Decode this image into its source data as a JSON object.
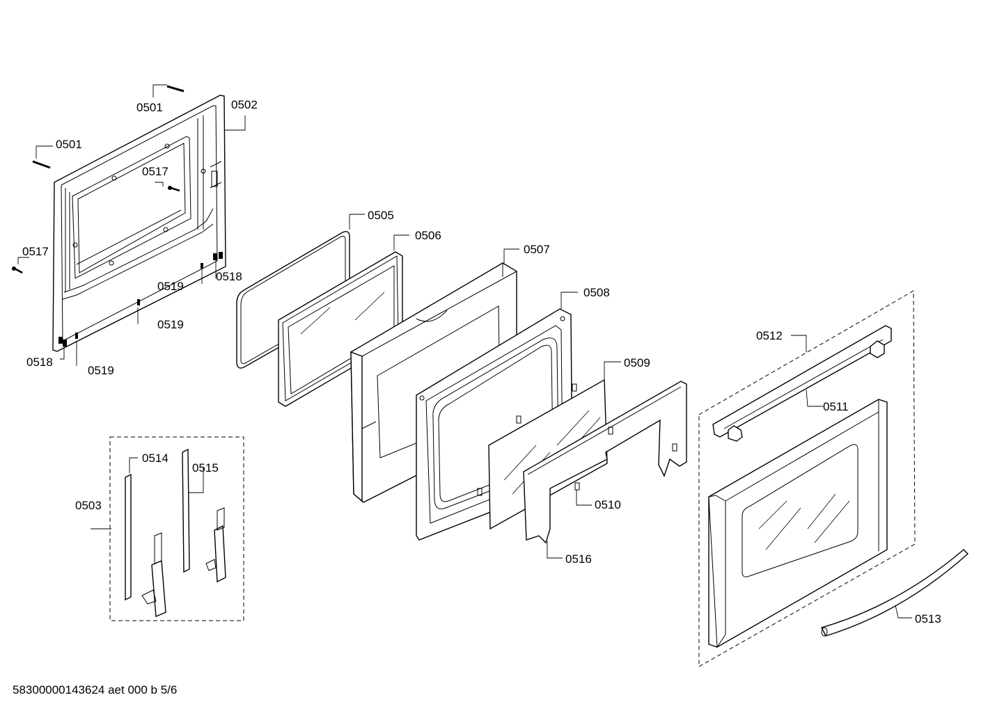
{
  "labels": {
    "p0501a": "0501",
    "p0501b": "0501",
    "p0502": "0502",
    "p0517a": "0517",
    "p0517b": "0517",
    "p0518a": "0518",
    "p0518b": "0518",
    "p0519a": "0519",
    "p0519b": "0519",
    "p0519c": "0519",
    "p0505": "0505",
    "p0506": "0506",
    "p0507": "0507",
    "p0508": "0508",
    "p0509": "0509",
    "p0510": "0510",
    "p0516": "0516",
    "p0512": "0512",
    "p0511": "0511",
    "p0513": "0513",
    "p0503": "0503",
    "p0514": "0514",
    "p0515": "0515"
  },
  "footer": "58300000143624 aet 000 b 5/6"
}
